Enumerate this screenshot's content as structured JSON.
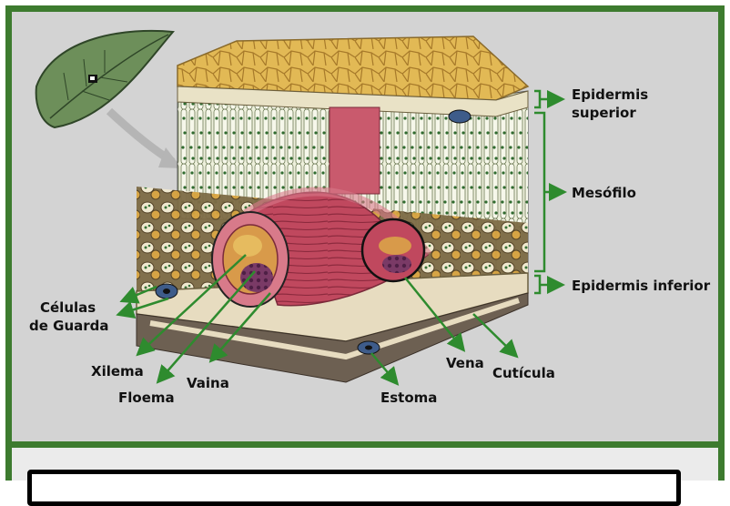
{
  "colors": {
    "frame_border": "#3d7b2f",
    "panel_bg": "#d3d3d3",
    "arrow": "#2e8b2e",
    "upper_epidermis": "#e2b955",
    "vein": "#c0485e",
    "mesophyll": "#e9ecd7",
    "label_text": "#111111"
  },
  "icons": {
    "leaf": "leaf-icon",
    "source_arrow": "curved-arrow-icon"
  },
  "labels": {
    "epidermis_superior_1": "Epidermis",
    "epidermis_superior_2": "superior",
    "mesofilo": "Mesófilo",
    "epidermis_inferior": "Epidermis inferior",
    "celulas_1": "Células",
    "celulas_2": "de Guarda",
    "xilema": "Xilema",
    "floema": "Floema",
    "vaina": "Vaina",
    "estoma": "Estoma",
    "vena": "Vena",
    "cuticula": "Cutícula"
  }
}
